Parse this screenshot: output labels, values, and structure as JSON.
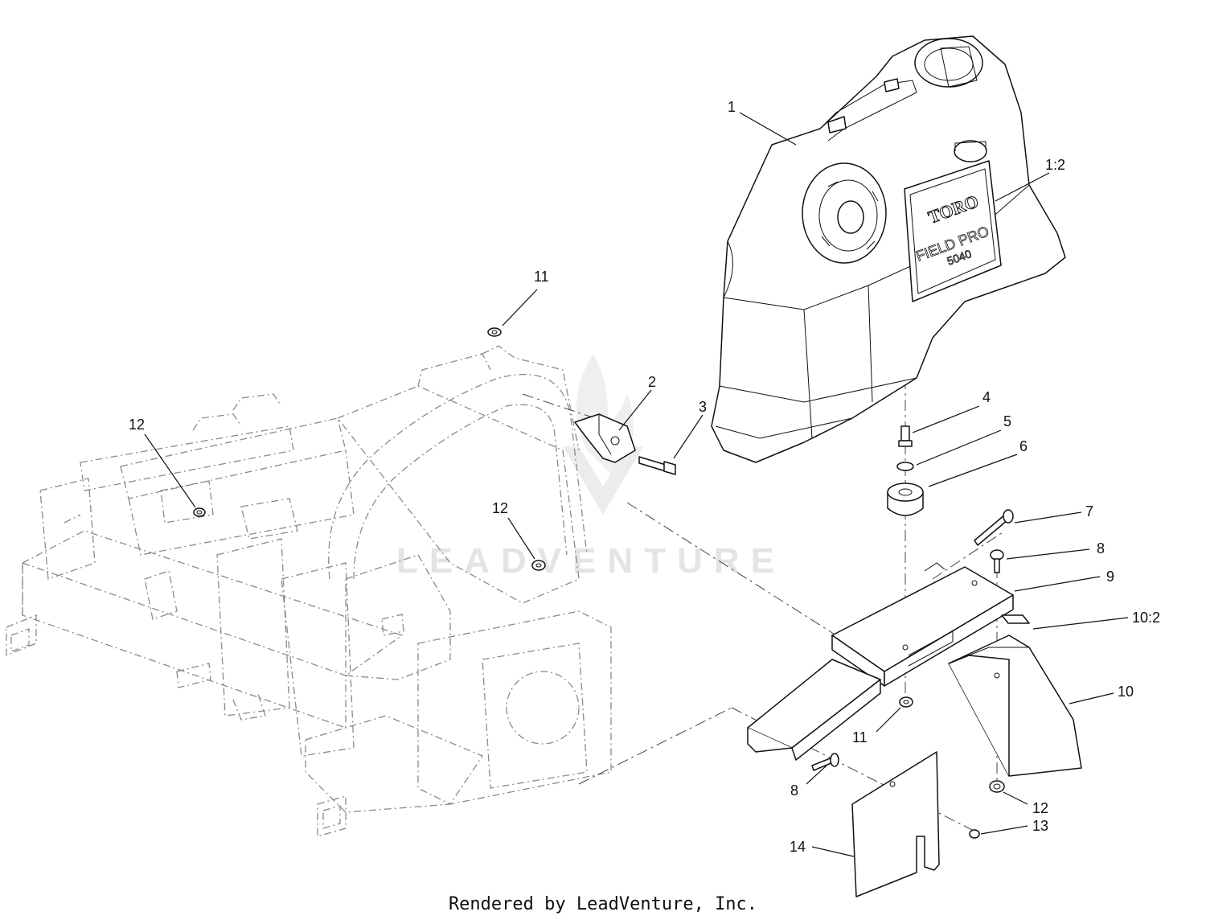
{
  "callouts": [
    {
      "id": "c1",
      "label": "1"
    },
    {
      "id": "c1b",
      "label": "1:2"
    },
    {
      "id": "c2",
      "label": "2"
    },
    {
      "id": "c3",
      "label": "3"
    },
    {
      "id": "c4",
      "label": "4"
    },
    {
      "id": "c5",
      "label": "5"
    },
    {
      "id": "c6",
      "label": "6"
    },
    {
      "id": "c7",
      "label": "7"
    },
    {
      "id": "c8a",
      "label": "8"
    },
    {
      "id": "c8b",
      "label": "8"
    },
    {
      "id": "c9",
      "label": "9"
    },
    {
      "id": "c10",
      "label": "10"
    },
    {
      "id": "c10b",
      "label": "10:2"
    },
    {
      "id": "c11a",
      "label": "11"
    },
    {
      "id": "c11b",
      "label": "11"
    },
    {
      "id": "c12a",
      "label": "12"
    },
    {
      "id": "c12b",
      "label": "12"
    },
    {
      "id": "c12c",
      "label": "12"
    },
    {
      "id": "c13",
      "label": "13"
    },
    {
      "id": "c14",
      "label": "14"
    }
  ],
  "decal": {
    "brand": "TORO",
    "model": "FIELD PRO",
    "number": "5040"
  },
  "watermark": "LEADVENTURE",
  "footer": "Rendered by LeadVenture, Inc."
}
